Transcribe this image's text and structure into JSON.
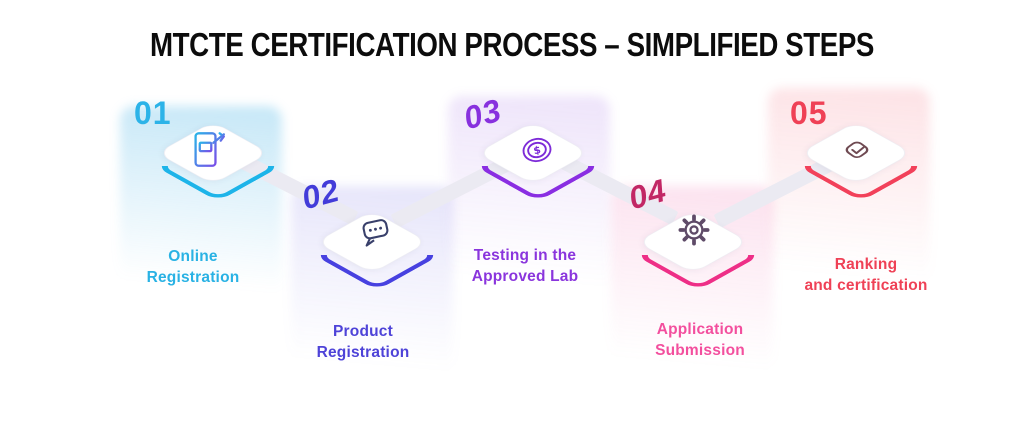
{
  "title": "MTCTE CERTIFICATION PROCESS – SIMPLIFIED STEPS",
  "steps": [
    {
      "number": "01",
      "label": "Online\nRegistration",
      "accent": "#1db4e9",
      "number_color": "#2cb3e8",
      "label_color": "#29b2e4",
      "tint": "rgba(88,186,232,0.34)",
      "icon": "phone-register-icon"
    },
    {
      "number": "02",
      "label": "Product\nRegistration",
      "accent": "#4741e0",
      "number_color": "#433cd9",
      "label_color": "#4e43d8",
      "tint": "rgba(106,98,226,0.17)",
      "icon": "chat-bubble-icon"
    },
    {
      "number": "03",
      "label": "Testing in the\nApproved Lab",
      "accent": "#8a2ee2",
      "number_color": "#8831de",
      "label_color": "#8a35dd",
      "tint": "rgba(148,86,224,0.16)",
      "icon": "coin-icon"
    },
    {
      "number": "04",
      "label": "Application\nSubmission",
      "accent": "#ee2f87",
      "number_color": "#c22765",
      "label_color": "#f34f9e",
      "tint": "rgba(238,98,168,0.19)",
      "icon": "gear-icon"
    },
    {
      "number": "05",
      "label": "Ranking\nand certification",
      "accent": "#f2415a",
      "number_color": "#ef4156",
      "label_color": "#ef4156",
      "tint": "rgba(242,84,104,0.17)",
      "icon": "badge-check-icon"
    }
  ]
}
